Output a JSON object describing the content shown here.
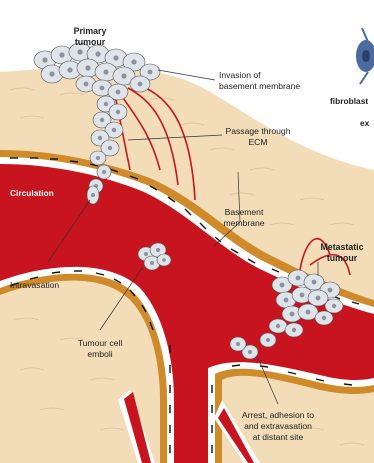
{
  "labels": {
    "primary_tumour_line1": "Primary",
    "primary_tumour_line2": "tumour",
    "invasion_line1": "Invasion of",
    "invasion_line2": "basement membrane",
    "passage_line1": "Passage through",
    "passage_line2": "ECM",
    "circulation": "Circulation",
    "basement_membrane_line1": "Basement",
    "basement_membrane_line2": "membrane",
    "metastatic_line1": "Metastatic",
    "metastatic_line2": "tumour",
    "intravasation": "Intravasation",
    "emboli_line1": "Tumour cell",
    "emboli_line2": "emboli",
    "arrest_line1": "Arrest, adhesion to",
    "arrest_line2": "and extravasation",
    "arrest_line3": "at distant site",
    "fibroblast_partial": "fibroblast",
    "ex_partial": "ex"
  },
  "colors": {
    "tissue": "#f2ddb8",
    "tissue_lines": "#d9bf94",
    "basement_membrane": "#d08a2a",
    "blood": "#c8141e",
    "vessel_wall": "#ffffff",
    "cell_fill": "#dfe4ea",
    "cell_nucleus": "#8a939c",
    "capillary": "#c8141e"
  }
}
